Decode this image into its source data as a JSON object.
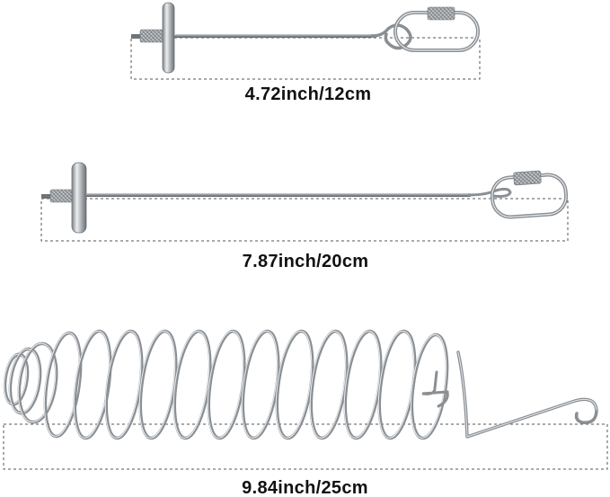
{
  "products": [
    {
      "name": "short-skewer",
      "dimension_label": "4.72inch/12cm"
    },
    {
      "name": "long-skewer",
      "dimension_label": "7.87inch/20cm"
    },
    {
      "name": "spiral-skewer",
      "dimension_label": "9.84inch/25cm"
    }
  ],
  "colors": {
    "metal": "#9aa0a6",
    "metal_dark": "#5f6368",
    "metal_light": "#e8eaed",
    "dashed_line": "#555555",
    "text": "#111111"
  }
}
